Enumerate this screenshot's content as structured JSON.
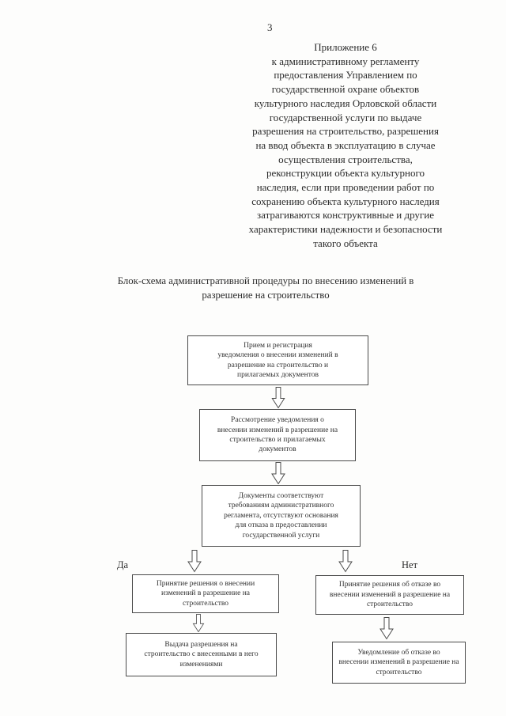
{
  "page": {
    "number": "3"
  },
  "appendix": {
    "text": "Приложение 6\nк административному регламенту\nпредоставления Управлением по\nгосударственной охране объектов\nкультурного наследия Орловской области\nгосударственной услуги по выдаче\nразрешения на строительство, разрешения\nна ввод объекта в эксплуатацию в случае\nосуществления строительства,\nреконструкции объекта культурного\nнаследия, если при проведении работ по\nсохранению объекта культурного наследия\nзатрагиваются конструктивные и другие\nхарактеристики надежности и безопасности\nтакого объекта"
  },
  "title": "Блок-схема административной процедуры по внесению изменений в\nразрешение на строительство",
  "flowchart": {
    "step_receive": "Прием и регистрация\nуведомления о внесении изменений в\nразрешение на строительство и\nприлагаемых документов",
    "step_review": "Рассмотрение уведомления о\nвнесении изменений в разрешение на\nстроительство и прилагаемых\nдокументов",
    "step_check": "Документы соответствуют\nтребованиям административного\nрегламента, отсутствуют основания\nдля отказа в предоставлении\nгосударственной услуги",
    "label_yes": "Да",
    "label_no": "Нет",
    "yes_decision": "Принятие решения о внесении\nизменений в разрешение на\nстроительство",
    "yes_issue": "Выдача разрешения на\nстроительство с внесенными в него\nизменениями",
    "no_decision": "Принятие решения об отказе во\nвнесении изменений в разрешение на\nстроительство",
    "no_notice": "Уведомление об отказе во\nвнесении изменений в разрешение на\nстроительство"
  },
  "colors": {
    "text": "#2b2b2b",
    "box_border": "#4a4a4a",
    "page_background": "#fdfdfc"
  }
}
